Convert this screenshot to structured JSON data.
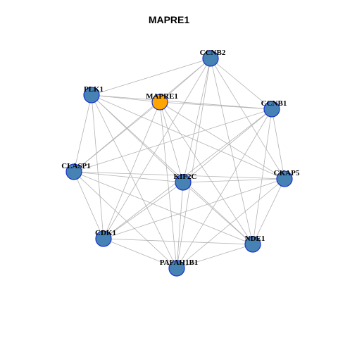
{
  "title": "MAPRE1",
  "colors": {
    "background": "#ffffff",
    "edge": "#b3b3b3",
    "node_fill": "#4682b4",
    "node_border": "#1a33cc",
    "hub_fill": "#ffa500",
    "label": "#000000"
  },
  "network": {
    "hub": "MAPRE1",
    "nodes": [
      {
        "id": "CCNB2"
      },
      {
        "id": "PLK1"
      },
      {
        "id": "MAPRE1"
      },
      {
        "id": "CCNB1"
      },
      {
        "id": "CLASP1"
      },
      {
        "id": "KIF2C"
      },
      {
        "id": "CKAP5"
      },
      {
        "id": "CDK1"
      },
      {
        "id": "NDE1"
      },
      {
        "id": "PAFAH1B1"
      }
    ],
    "edges": [
      [
        "PLK1",
        "CCNB2"
      ],
      [
        "PLK1",
        "MAPRE1"
      ],
      [
        "PLK1",
        "CCNB1"
      ],
      [
        "PLK1",
        "CLASP1"
      ],
      [
        "PLK1",
        "KIF2C"
      ],
      [
        "PLK1",
        "CKAP5"
      ],
      [
        "PLK1",
        "CDK1"
      ],
      [
        "PLK1",
        "NDE1"
      ],
      [
        "PLK1",
        "PAFAH1B1"
      ],
      [
        "CCNB2",
        "MAPRE1"
      ],
      [
        "CCNB2",
        "CCNB1"
      ],
      [
        "CCNB2",
        "CLASP1"
      ],
      [
        "CCNB2",
        "KIF2C"
      ],
      [
        "CCNB2",
        "CKAP5"
      ],
      [
        "CCNB2",
        "CDK1"
      ],
      [
        "CCNB2",
        "NDE1"
      ],
      [
        "CCNB2",
        "PAFAH1B1"
      ],
      [
        "MAPRE1",
        "CCNB1"
      ],
      [
        "MAPRE1",
        "CLASP1"
      ],
      [
        "MAPRE1",
        "KIF2C"
      ],
      [
        "MAPRE1",
        "CKAP5"
      ],
      [
        "MAPRE1",
        "CDK1"
      ],
      [
        "MAPRE1",
        "NDE1"
      ],
      [
        "MAPRE1",
        "PAFAH1B1"
      ],
      [
        "CCNB1",
        "CLASP1"
      ],
      [
        "CCNB1",
        "KIF2C"
      ],
      [
        "CCNB1",
        "CKAP5"
      ],
      [
        "CCNB1",
        "CDK1"
      ],
      [
        "CCNB1",
        "NDE1"
      ],
      [
        "CCNB1",
        "PAFAH1B1"
      ],
      [
        "CLASP1",
        "KIF2C"
      ],
      [
        "CLASP1",
        "CKAP5"
      ],
      [
        "CLASP1",
        "CDK1"
      ],
      [
        "CLASP1",
        "NDE1"
      ],
      [
        "CLASP1",
        "PAFAH1B1"
      ],
      [
        "KIF2C",
        "CKAP5"
      ],
      [
        "KIF2C",
        "CDK1"
      ],
      [
        "KIF2C",
        "NDE1"
      ],
      [
        "KIF2C",
        "PAFAH1B1"
      ],
      [
        "CKAP5",
        "CDK1"
      ],
      [
        "CKAP5",
        "NDE1"
      ],
      [
        "CKAP5",
        "PAFAH1B1"
      ],
      [
        "CDK1",
        "NDE1"
      ],
      [
        "CDK1",
        "PAFAH1B1"
      ],
      [
        "NDE1",
        "PAFAH1B1"
      ]
    ]
  }
}
